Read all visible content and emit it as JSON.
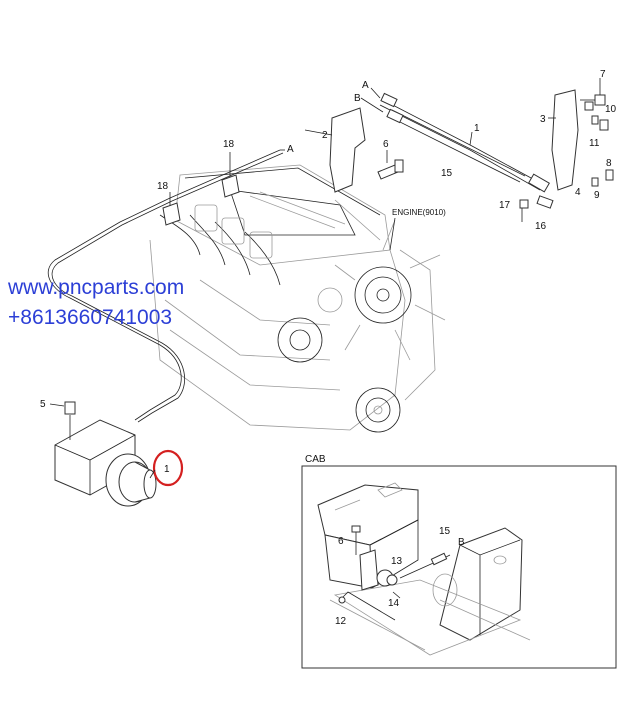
{
  "watermark": {
    "url": "www.pncparts.com",
    "phone": "+8613660741003"
  },
  "callouts": {
    "c1_top": "1",
    "c2": "2",
    "c3": "3",
    "c4": "4",
    "c5": "5",
    "c6_top": "6",
    "c7": "7",
    "c8": "8",
    "c9": "9",
    "c10": "10",
    "c11": "11",
    "c15_top": "15",
    "c16": "16",
    "c17": "17",
    "c18_a": "18",
    "c18_b": "18",
    "cA_top": "A",
    "cB_top": "B",
    "cA_engine": "A",
    "c5_left": "5",
    "c1_circled": "1",
    "c6_cab": "6",
    "c13": "13",
    "c15_cab": "15",
    "cB_cab": "B",
    "c14": "14",
    "c12": "12"
  },
  "engine_label": "ENGINE(9010)",
  "inset_title": "CAB",
  "colors": {
    "watermark": "#2c3fd6",
    "highlight_circle": "#d42020"
  }
}
